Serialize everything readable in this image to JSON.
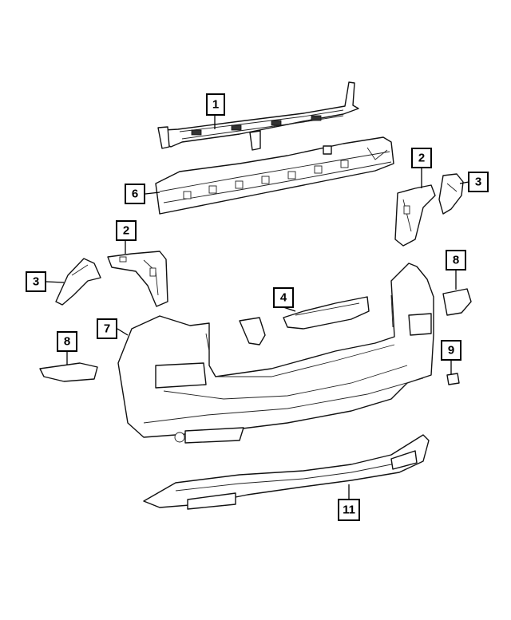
{
  "callouts": [
    {
      "id": "c1",
      "label": "1"
    },
    {
      "id": "c2a",
      "label": "2"
    },
    {
      "id": "c3a",
      "label": "3"
    },
    {
      "id": "c6",
      "label": "6"
    },
    {
      "id": "c2b",
      "label": "2"
    },
    {
      "id": "c3b",
      "label": "3"
    },
    {
      "id": "c8a",
      "label": "8"
    },
    {
      "id": "c4",
      "label": "4"
    },
    {
      "id": "c7",
      "label": "7"
    },
    {
      "id": "c8b",
      "label": "8"
    },
    {
      "id": "c9",
      "label": "9"
    },
    {
      "id": "c11",
      "label": "11"
    }
  ]
}
